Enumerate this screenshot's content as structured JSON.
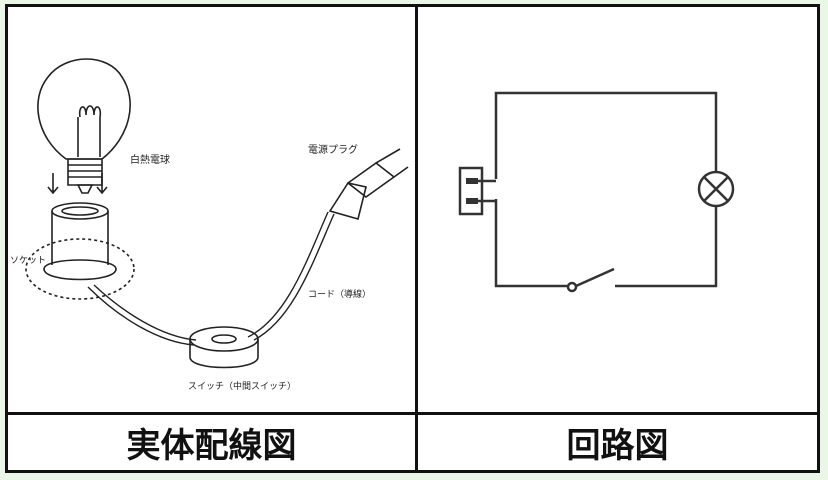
{
  "panels": {
    "left": {
      "caption": "実体配線図",
      "labels": {
        "bulb": "白熱電球",
        "plug": "電源プラグ",
        "socket": "ソケット",
        "cord": "コード（導線）",
        "switch": "スイッチ（中間スイッチ）"
      }
    },
    "right": {
      "caption": "回路図"
    }
  }
}
